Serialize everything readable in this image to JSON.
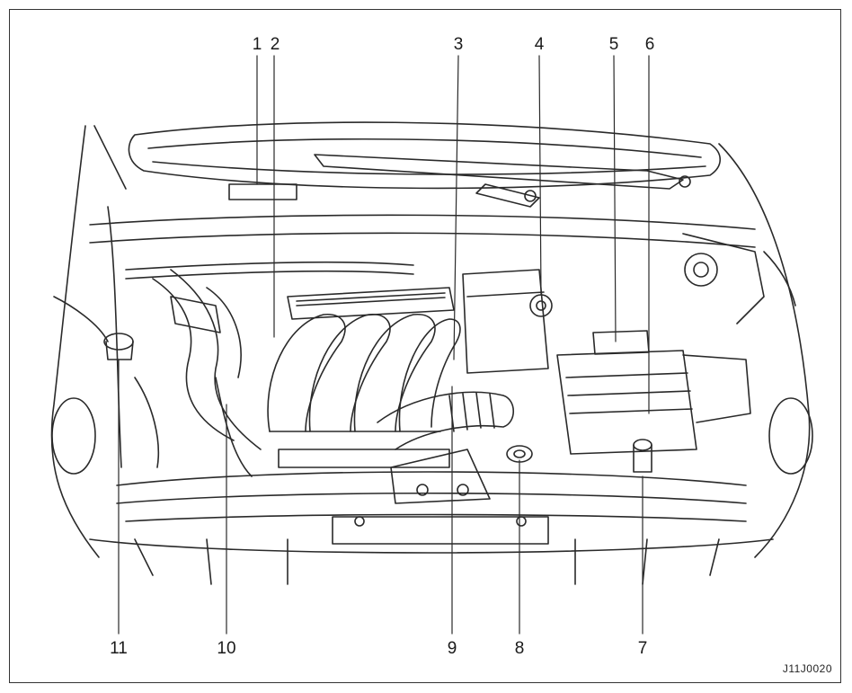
{
  "diagram": {
    "callouts": [
      {
        "id": "1",
        "label": "1"
      },
      {
        "id": "2",
        "label": "2"
      },
      {
        "id": "3",
        "label": "3"
      },
      {
        "id": "4",
        "label": "4"
      },
      {
        "id": "5",
        "label": "5"
      },
      {
        "id": "6",
        "label": "6"
      },
      {
        "id": "7",
        "label": "7"
      },
      {
        "id": "8",
        "label": "8"
      },
      {
        "id": "9",
        "label": "9"
      },
      {
        "id": "10",
        "label": "10"
      },
      {
        "id": "11",
        "label": "11"
      }
    ],
    "figure_code": "J11J0020",
    "colors": {
      "line": "#2a2a2a",
      "background": "#ffffff",
      "frame": "#333333"
    }
  }
}
